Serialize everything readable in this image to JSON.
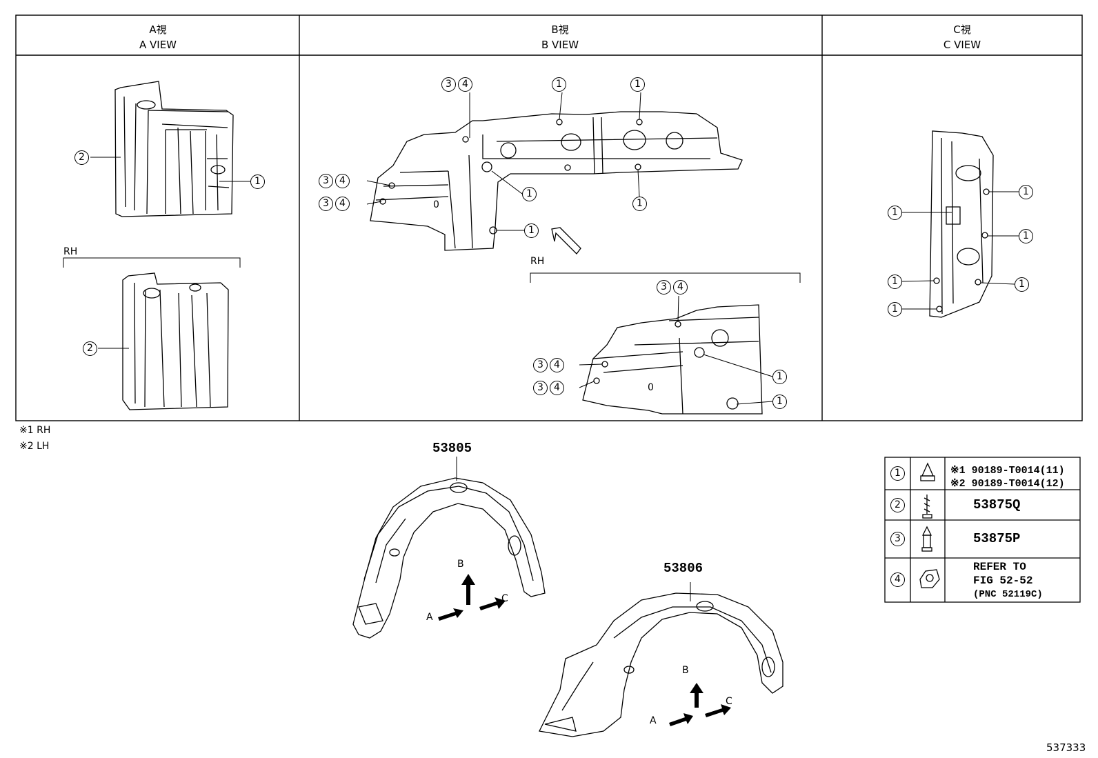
{
  "views": {
    "a": {
      "label_jp": "A視",
      "label_en": "A VIEW"
    },
    "b": {
      "label_jp": "B視",
      "label_en": "B VIEW"
    },
    "c": {
      "label_jp": "C視",
      "label_en": "C VIEW"
    }
  },
  "rh_label": "RH",
  "callouts": {
    "one": "1",
    "two": "2",
    "three": "3",
    "four": "4"
  },
  "notes": [
    "※1 RH",
    "※2 LH"
  ],
  "parts": {
    "front": "53805",
    "rear": "53806"
  },
  "arrows": {
    "a": "A",
    "b": "B",
    "c": "C"
  },
  "misc_zero": "0",
  "legend": {
    "row1": {
      "num": "1",
      "line1": "※1 90189-T0014(11)",
      "line2": "※2 90189-T0014(12)"
    },
    "row2": {
      "num": "2",
      "text": "53875Q"
    },
    "row3": {
      "num": "3",
      "text": "53875P"
    },
    "row4": {
      "num": "4",
      "line1": "REFER TO",
      "line2": "FIG 52-52",
      "line3": "(PNC 52119C)"
    }
  },
  "fig_id": "537333"
}
